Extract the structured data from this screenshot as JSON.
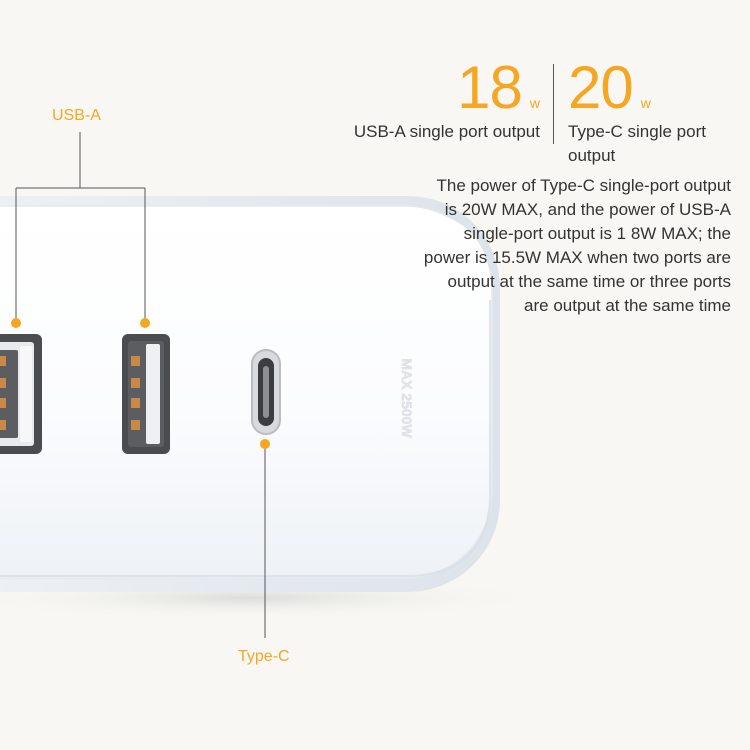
{
  "colors": {
    "accent": "#f5a623",
    "background": "#f8f7f3",
    "device_body": "#ffffff",
    "text": "#333333",
    "port_frame": "#4a4c50",
    "port_pins": "#c98a49"
  },
  "specs": [
    {
      "value": "18",
      "unit": "w",
      "label": "USB-A single port output"
    },
    {
      "value": "20",
      "unit": "w",
      "label": "Type-C single port output"
    }
  ],
  "description": "The power of Type-C single-port output is 20W MAX, and the power of USB-A single-port output is 1 8W MAX; the power is 15.5W MAX when two ports are output at the same time or three ports are output at the same time",
  "callouts": {
    "usb_a": "USB-A",
    "type_c": "Type-C"
  },
  "device": {
    "embossed_text": "MAX 2500W"
  },
  "icons": [
    "usb-a-port-icon",
    "usb-c-port-icon"
  ]
}
